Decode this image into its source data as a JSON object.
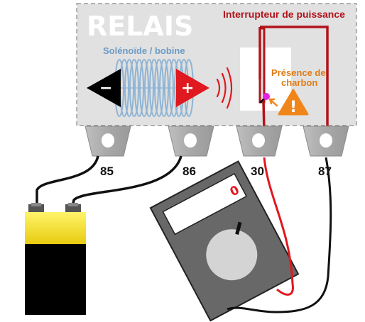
{
  "relay": {
    "title": "RELAIS",
    "coil_label": "Solénoïde / bobine",
    "switch_label": "Interrupteur de puissance",
    "warning_line1": "Présence de",
    "warning_line2": "charbon",
    "negative_sign": "−",
    "positive_sign": "+"
  },
  "terminals": {
    "t85": "85",
    "t86": "86",
    "t30": "30",
    "t87": "87"
  },
  "multimeter": {
    "display_value": "0"
  },
  "icons": {
    "warning": "warning-triangle-icon",
    "signal": "signal-waves-icon"
  },
  "colors": {
    "switch_red": "#b3131b",
    "probe_red": "#e0181f",
    "warning_orange": "#f0861a",
    "coil_blue": "#8fb4d4",
    "battery_yellow": "#f5e11c"
  }
}
